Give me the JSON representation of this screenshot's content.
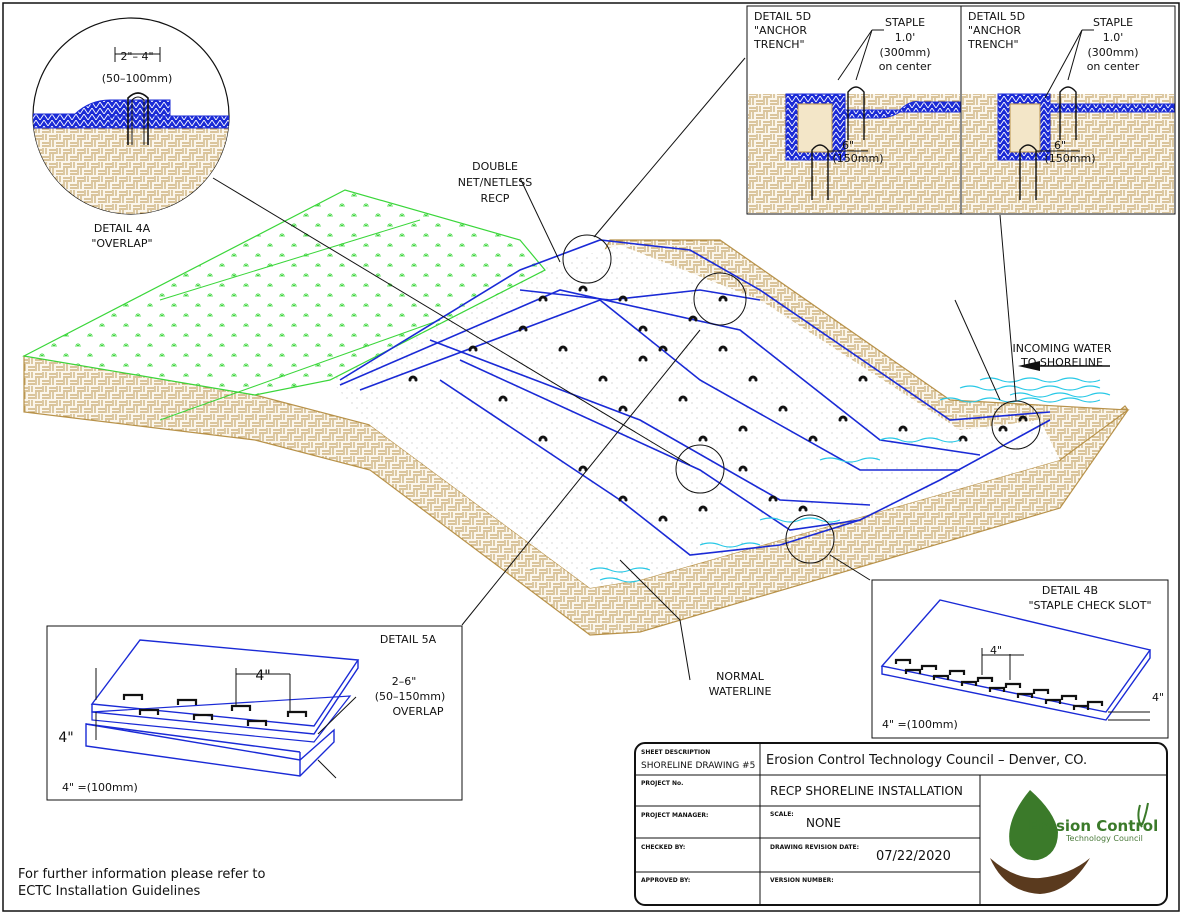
{
  "colors": {
    "soil": "#b8924a",
    "mat": "#1a2ad6",
    "grass": "#3ad63a",
    "water": "#28c8e6",
    "staple": "#111111",
    "logo_green": "#3b7a2a",
    "logo_brown": "#5a3a1e"
  },
  "callouts": {
    "double_net": [
      "DOUBLE",
      "NET/NETLESS",
      "RECP"
    ],
    "incoming_water": [
      "INCOMING WATER",
      "TO SHORELINE"
    ],
    "normal_waterline": [
      "NORMAL",
      "WATERLINE"
    ]
  },
  "detail_4a": {
    "dim_in": "2\"– 4\"",
    "dim_mm": "(50–100mm)",
    "title": "DETAIL 4A",
    "subtitle": "\"OVERLAP\""
  },
  "detail_5d": {
    "title_line1": "DETAIL 5D",
    "title_line2": "\"ANCHOR",
    "title_line3": "TRENCH\"",
    "staple": "STAPLE",
    "spacing_ft": "1.0'",
    "spacing_mm": "(300mm)",
    "on_center": "on center",
    "dim_in": "6\"",
    "dim_mm": "(150mm)"
  },
  "detail_4b": {
    "title": "DETAIL 4B",
    "subtitle": "\"STAPLE CHECK SLOT\"",
    "dim_top": "4\"",
    "dim_side": "4\"",
    "note": "4\" =(100mm)"
  },
  "detail_5a": {
    "title": "DETAIL 5A",
    "dim_top": "4\"",
    "dim_side": "4\"",
    "overlap_in": "2–6\"",
    "overlap_mm": "(50–150mm)",
    "overlap_label": "OVERLAP",
    "note": "4\" =(100mm)"
  },
  "footer_note": {
    "line1": "For further information please refer to",
    "line2": "ECTC Installation Guidelines"
  },
  "title_block": {
    "sheet_desc_label": "SHEET DESCRIPTION",
    "sheet_desc": "SHORELINE DRAWING #5",
    "org": "Erosion Control Technology Council – Denver, CO.",
    "project_label": "PROJECT No.",
    "project": "RECP SHORELINE INSTALLATION",
    "manager_label": "PROJECT MANAGER:",
    "scale_label": "SCALE:",
    "scale": "NONE",
    "checked_label": "CHECKED BY:",
    "revision_label": "DRAWING REVISION DATE:",
    "revision_date": "07/22/2020",
    "approved_label": "APPROVED BY:",
    "version_label": "VERSION NUMBER:"
  },
  "logo": {
    "main": "Erosion Control",
    "sub": "Technology Council"
  }
}
